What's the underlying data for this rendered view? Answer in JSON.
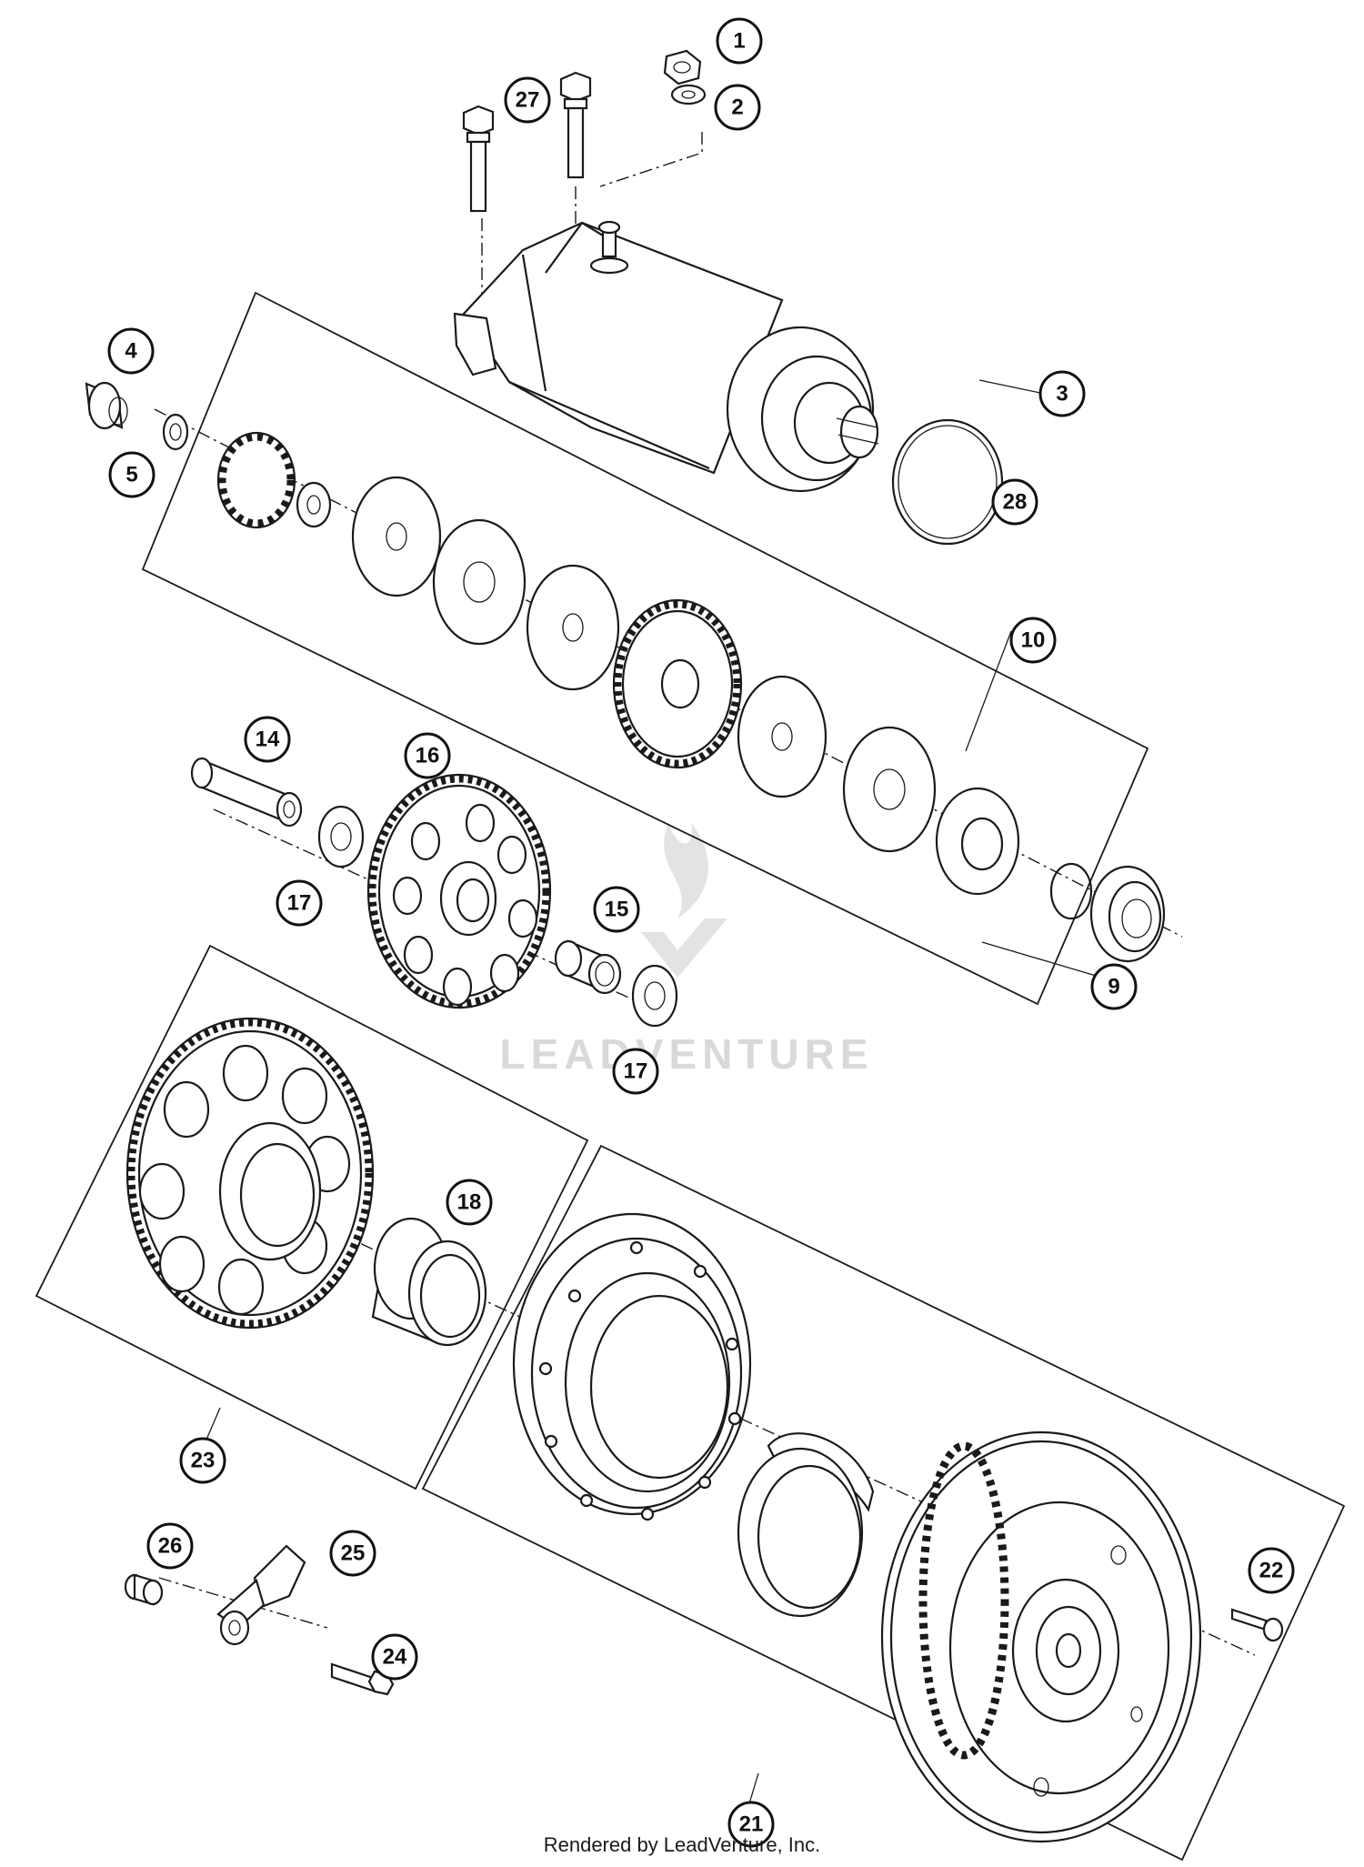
{
  "diagram": {
    "watermark": "LEADVENTURE",
    "footer": "Rendered by LeadVenture, Inc.",
    "callouts": [
      {
        "label": "1"
      },
      {
        "label": "2"
      },
      {
        "label": "27"
      },
      {
        "label": "3"
      },
      {
        "label": "28"
      },
      {
        "label": "4"
      },
      {
        "label": "5"
      },
      {
        "label": "10"
      },
      {
        "label": "14"
      },
      {
        "label": "16"
      },
      {
        "label": "17"
      },
      {
        "label": "15"
      },
      {
        "label": "17"
      },
      {
        "label": "9"
      },
      {
        "label": "18"
      },
      {
        "label": "23"
      },
      {
        "label": "26"
      },
      {
        "label": "25"
      },
      {
        "label": "24"
      },
      {
        "label": "22"
      },
      {
        "label": "21"
      }
    ]
  }
}
